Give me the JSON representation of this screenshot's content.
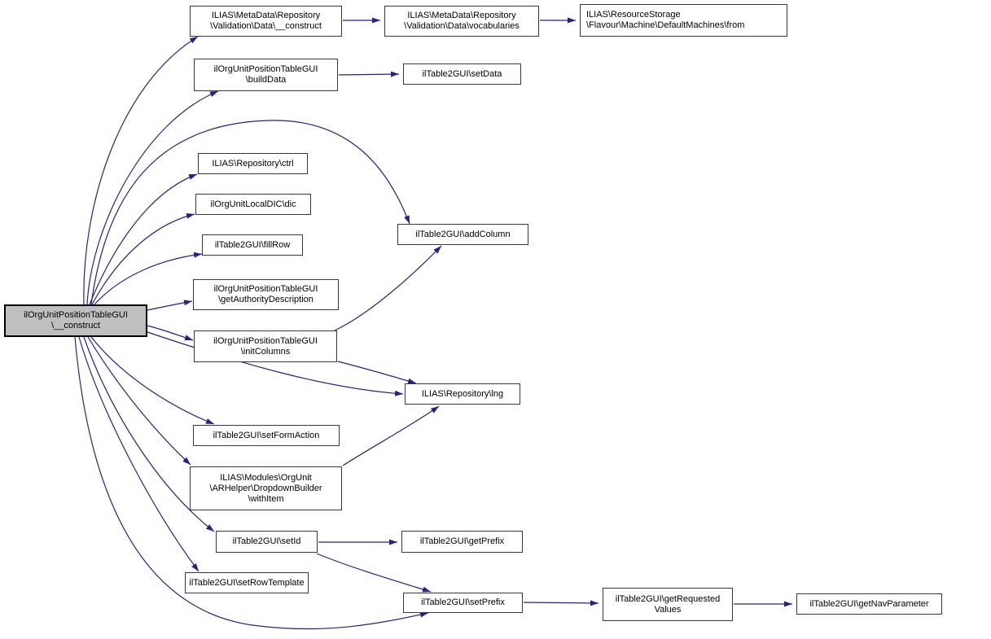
{
  "graph": {
    "type": "call-graph",
    "colors": {
      "bg": "#ffffff",
      "edge": "#22228c",
      "node_fill": "#ffffff",
      "node_border": "#383838",
      "highlight_fill": "#bfbfbf",
      "text": "#000000"
    },
    "nodes": [
      {
        "id": "construct",
        "label": "ilOrgUnitPositionTableGUI\n\\__construct",
        "highlighted": true
      },
      {
        "id": "md-construct",
        "label": "ILIAS\\MetaData\\Repository\n\\Validation\\Data\\__construct"
      },
      {
        "id": "vocabularies",
        "label": "ILIAS\\MetaData\\Repository\n\\Validation\\Data\\vocabularies"
      },
      {
        "id": "from",
        "label": "ILIAS\\ResourceStorage\n\\Flavour\\Machine\\DefaultMachines\\from"
      },
      {
        "id": "builddata",
        "label": "ilOrgUnitPositionTableGUI\n\\buildData"
      },
      {
        "id": "setdata",
        "label": "ilTable2GUI\\setData"
      },
      {
        "id": "ctrl",
        "label": "ILIAS\\Repository\\ctrl"
      },
      {
        "id": "dic",
        "label": "ilOrgUnitLocalDIC\\dic"
      },
      {
        "id": "fillrow",
        "label": "ilTable2GUI\\fillRow"
      },
      {
        "id": "addcolumn",
        "label": "ilTable2GUI\\addColumn"
      },
      {
        "id": "getauthoritydescription",
        "label": "ilOrgUnitPositionTableGUI\n\\getAuthorityDescription"
      },
      {
        "id": "initcolumns",
        "label": "ilOrgUnitPositionTableGUI\n\\initColumns"
      },
      {
        "id": "lng",
        "label": "ILIAS\\Repository\\lng"
      },
      {
        "id": "setformaction",
        "label": "ilTable2GUI\\setFormAction"
      },
      {
        "id": "withitem",
        "label": "ILIAS\\Modules\\OrgUnit\n\\ARHelper\\DropdownBuilder\n\\withItem"
      },
      {
        "id": "setid",
        "label": "ilTable2GUI\\setId"
      },
      {
        "id": "getprefix",
        "label": "ilTable2GUI\\getPrefix"
      },
      {
        "id": "setrowtemplate",
        "label": "ilTable2GUI\\setRowTemplate"
      },
      {
        "id": "setprefix",
        "label": "ilTable2GUI\\setPrefix"
      },
      {
        "id": "getrequestedvalues",
        "label": "ilTable2GUI\\getRequested\nValues"
      },
      {
        "id": "getnavparameter",
        "label": "ilTable2GUI\\getNavParameter"
      }
    ],
    "edges": [
      {
        "from": "construct",
        "to": "md-construct"
      },
      {
        "from": "construct",
        "to": "builddata"
      },
      {
        "from": "construct",
        "to": "ctrl"
      },
      {
        "from": "construct",
        "to": "dic"
      },
      {
        "from": "construct",
        "to": "fillrow"
      },
      {
        "from": "construct",
        "to": "addcolumn"
      },
      {
        "from": "construct",
        "to": "getauthoritydescription"
      },
      {
        "from": "construct",
        "to": "initcolumns"
      },
      {
        "from": "construct",
        "to": "lng"
      },
      {
        "from": "construct",
        "to": "setformaction"
      },
      {
        "from": "construct",
        "to": "withitem"
      },
      {
        "from": "construct",
        "to": "setid"
      },
      {
        "from": "construct",
        "to": "setrowtemplate"
      },
      {
        "from": "construct",
        "to": "setprefix"
      },
      {
        "from": "md-construct",
        "to": "vocabularies"
      },
      {
        "from": "vocabularies",
        "to": "from"
      },
      {
        "from": "builddata",
        "to": "setdata"
      },
      {
        "from": "initcolumns",
        "to": "addcolumn"
      },
      {
        "from": "initcolumns",
        "to": "lng"
      },
      {
        "from": "withitem",
        "to": "lng"
      },
      {
        "from": "setid",
        "to": "getprefix"
      },
      {
        "from": "setid",
        "to": "setprefix"
      },
      {
        "from": "setprefix",
        "to": "getrequestedvalues"
      },
      {
        "from": "getrequestedvalues",
        "to": "getnavparameter"
      }
    ]
  }
}
